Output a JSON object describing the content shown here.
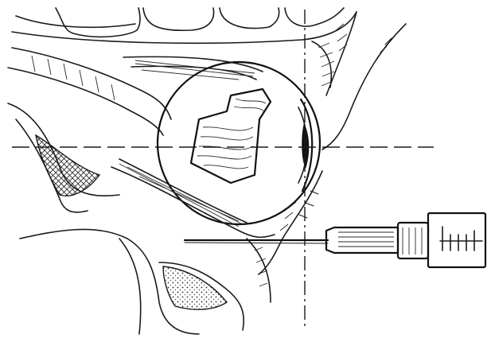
{
  "figure": {
    "background": "#ffffff",
    "ink": "#1a1a1a",
    "components": [
      "orbital-bones",
      "eyeball",
      "extraocular-muscles",
      "optic-nerve",
      "retrobulbar-needle",
      "syringe",
      "guide-lines"
    ]
  }
}
